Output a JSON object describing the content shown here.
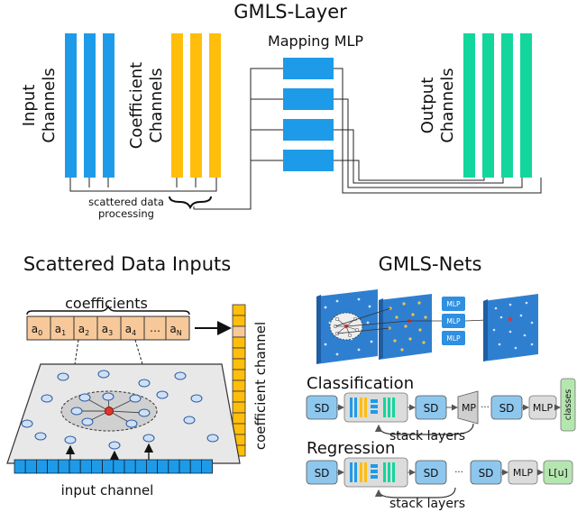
{
  "gmls_layer": {
    "title": "GMLS-Layer",
    "input_label_1": "Input",
    "input_label_2": "Channels",
    "coeff_label_1": "Coefficient",
    "coeff_label_2": "Channels",
    "mapping_label": "Mapping MLP",
    "output_label_1": "Output",
    "output_label_2": "Channels",
    "scatter_label_1": "scattered data",
    "scatter_label_2": "processing"
  },
  "scattered": {
    "title": "Scattered Data Inputs",
    "coefficients_label": "coefficients",
    "coeff_cells": [
      "a",
      "a",
      "a",
      "a",
      "a",
      "…",
      "a"
    ],
    "coeff_subs": [
      "0",
      "1",
      "2",
      "3",
      "4",
      "",
      "N"
    ],
    "coefficient_channel_label": "coefficient channel",
    "input_channel_label": "input channel"
  },
  "nets": {
    "title": "GMLS-Nets",
    "mlp_small": [
      "MLP",
      "MLP",
      "MLP"
    ],
    "classification_label": "Classification",
    "regression_label": "Regression",
    "sd": "SD",
    "mp": "MP",
    "mlp": "MLP",
    "classes": "classes",
    "lu": "L[u]",
    "dots": "···",
    "stack_layers": "stack layers"
  },
  "colors": {
    "input_blue": "#1e9be8",
    "coeff_yellow": "#ffbe0b",
    "output_green": "#13d69d",
    "mlp_blue": "#1e9be8",
    "cell_orange": "#f7c99a",
    "sd_blue": "#8ec7ee",
    "green_box": "#b5e6b0"
  }
}
